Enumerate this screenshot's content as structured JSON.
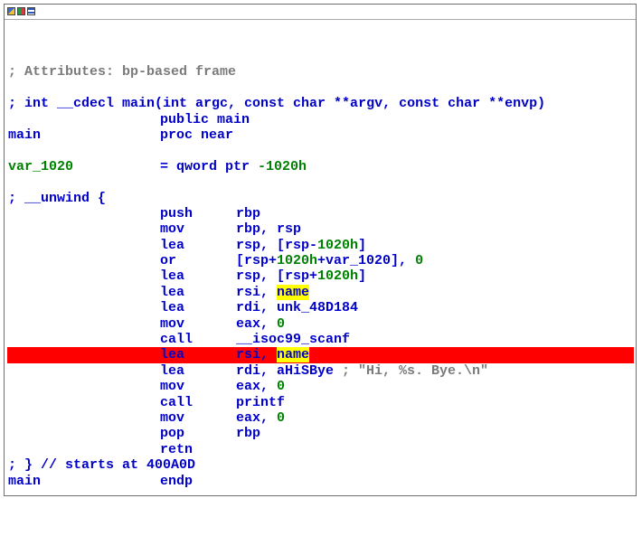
{
  "colors": {
    "code": "#0000c8",
    "numbers": "#008000",
    "comment": "#7a7a7a",
    "current_line": "#ff0000",
    "symbol_highlight": "#ffff00"
  },
  "title_icons": [
    "graph-view-icon",
    "image-icon",
    "listing-icon"
  ],
  "listing": {
    "attributes_comment": "; Attributes: bp-based frame",
    "signature_comment": "; int __cdecl main(int argc, const char **argv, const char **envp)",
    "public_directive": "public main",
    "proc_label": "main",
    "proc_directive": "proc near",
    "var_label": "var_1020",
    "var_def_prefix": "= qword ptr ",
    "var_def_value": "-1020h",
    "unwind_open": "; __unwind {",
    "instructions": [
      {
        "mnemonic": "push",
        "op1": "rbp"
      },
      {
        "mnemonic": "mov",
        "op1": "rbp, rsp"
      },
      {
        "mnemonic": "lea",
        "op1": "rsp, [rsp-",
        "num1": "1020h",
        "op2": "]"
      },
      {
        "mnemonic": "or",
        "op1": "[rsp+",
        "num1": "1020h",
        "op2": "+var_1020], ",
        "num2": "0"
      },
      {
        "mnemonic": "lea",
        "op1": "rsp, [rsp+",
        "num1": "1020h",
        "op2": "]"
      },
      {
        "mnemonic": "lea",
        "op1": "rsi, ",
        "sym": "name"
      },
      {
        "mnemonic": "lea",
        "op1": "rdi, unk_48D184"
      },
      {
        "mnemonic": "mov",
        "op1": "eax, ",
        "num1": "0"
      },
      {
        "mnemonic": "call",
        "op1": "__isoc99_scanf"
      },
      {
        "mnemonic": "lea",
        "op1": "rsi, ",
        "sym": "name"
      },
      {
        "mnemonic": "lea",
        "op1": "rdi, aHiSBye ",
        "comment": "; \"Hi, %s. Bye.\\n\""
      },
      {
        "mnemonic": "mov",
        "op1": "eax, ",
        "num1": "0"
      },
      {
        "mnemonic": "call",
        "op1": "printf"
      },
      {
        "mnemonic": "mov",
        "op1": "eax, ",
        "num1": "0"
      },
      {
        "mnemonic": "pop",
        "op1": "rbp"
      },
      {
        "mnemonic": "retn"
      }
    ],
    "unwind_close_prefix": "; } // starts at ",
    "unwind_close_addr": "400A0D",
    "endp_label": "main",
    "endp_directive": "endp"
  }
}
